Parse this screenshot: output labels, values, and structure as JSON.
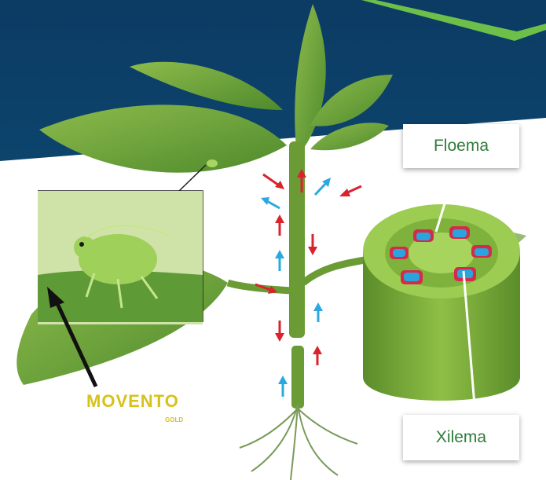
{
  "labels": {
    "floema": "Floema",
    "xilema": "Xilema"
  },
  "brand": {
    "name": "MOVENTO",
    "sub": "GOLD"
  },
  "colors": {
    "background_top": "#0b4a74",
    "accent_green": "#6cc04a",
    "leaf": "#6fa63a",
    "arrow_red": "#d9232d",
    "arrow_blue": "#29a9e0",
    "label_text": "#2f7d3a",
    "brand": "#d7c21a"
  }
}
